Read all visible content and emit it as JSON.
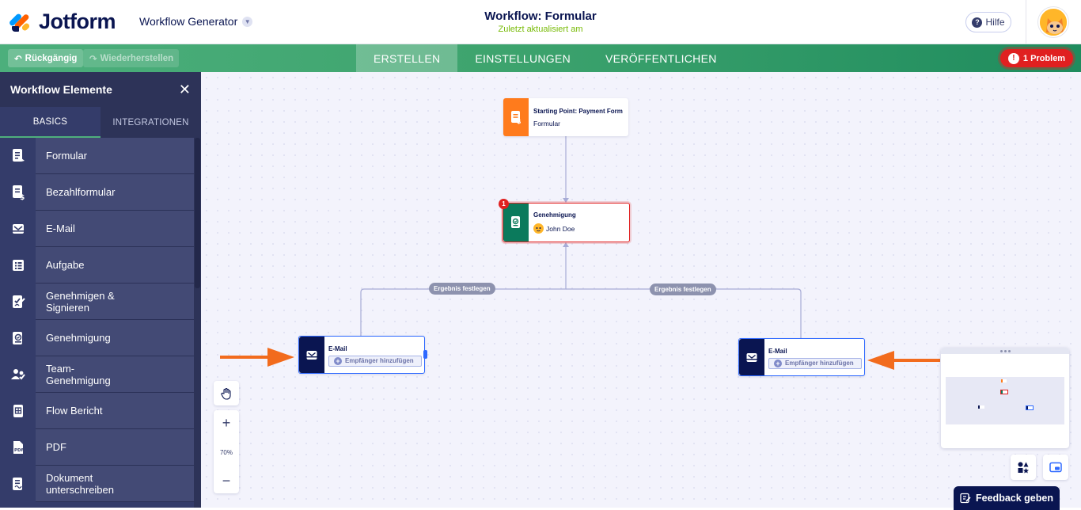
{
  "header": {
    "brand": "Jotform",
    "app_selector": "Workflow Generator",
    "title": "Workflow: Formular",
    "subtitle": "Zuletzt aktualisiert am",
    "help_label": "Hilfe"
  },
  "toolbar": {
    "undo_label": "Rückgängig",
    "redo_label": "Wiederherstellen",
    "tabs": [
      {
        "label": "ERSTELLEN",
        "active": true
      },
      {
        "label": "EINSTELLUNGEN",
        "active": false
      },
      {
        "label": "VERÖFFENTLICHEN",
        "active": false
      }
    ],
    "problem_label": "1 Problem"
  },
  "sidebar": {
    "title": "Workflow Elemente",
    "tabs": [
      {
        "label": "BASICS",
        "active": true
      },
      {
        "label": "INTEGRATIONEN",
        "active": false
      }
    ],
    "items": [
      {
        "label": "Formular",
        "icon": "form-icon"
      },
      {
        "label": "Bezahlformular",
        "icon": "payment-form-icon"
      },
      {
        "label": "E-Mail",
        "icon": "email-icon"
      },
      {
        "label": "Aufgabe",
        "icon": "task-icon"
      },
      {
        "label": "Genehmigen & Signieren",
        "icon": "approve-sign-icon"
      },
      {
        "label": "Genehmigung",
        "icon": "approval-icon"
      },
      {
        "label": "Team-Genehmigung",
        "icon": "team-approval-icon"
      },
      {
        "label": "Flow Bericht",
        "icon": "report-icon"
      },
      {
        "label": "PDF",
        "icon": "pdf-icon"
      },
      {
        "label": "Dokument unterschreiben",
        "icon": "sign-document-icon"
      }
    ]
  },
  "canvas": {
    "start_node": {
      "title": "Starting Point: Payment Form",
      "subtitle": "Formular"
    },
    "approval_node": {
      "title": "Genehmigung",
      "assignee": "John Doe",
      "badge": "1"
    },
    "result_label_left": "Ergebnis festlegen",
    "result_label_right": "Ergebnis festlegen",
    "email_left": {
      "title": "E-Mail",
      "action": "Empfänger hinzufügen"
    },
    "email_right": {
      "title": "E-Mail",
      "action": "Empfänger hinzufügen"
    },
    "zoom_level": "70%"
  },
  "feedback_label": "Feedback geben",
  "colors": {
    "navy": "#0a1551",
    "green_bar": "#3ea46e",
    "orange": "#ff7b1c",
    "approval_green": "#0b7a5c",
    "error_red": "#e02020"
  }
}
